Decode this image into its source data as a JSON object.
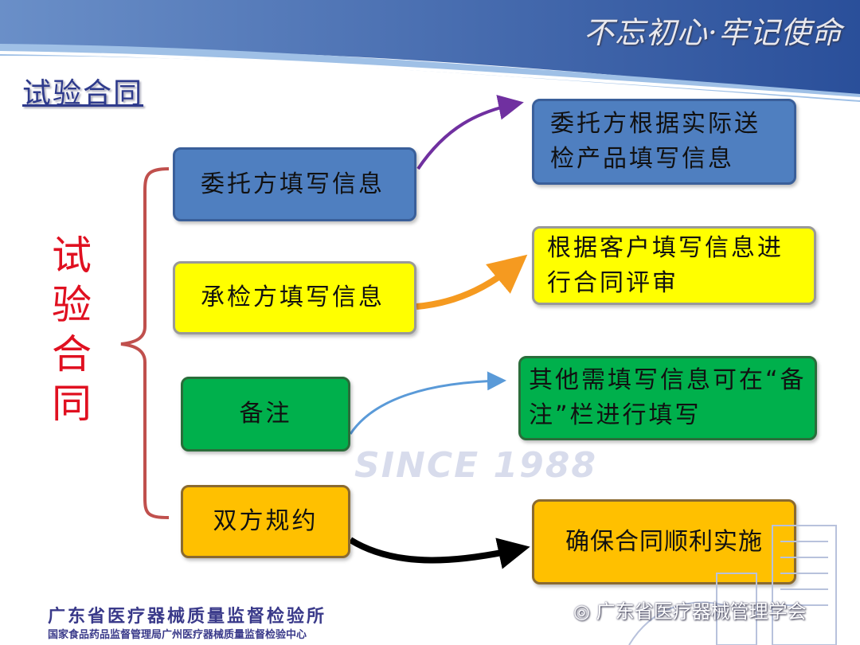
{
  "header": {
    "motto": "不忘初心·牢记使命",
    "title": "试验合同"
  },
  "side_title": "试验合同",
  "left_boxes": [
    "委托方填写信息",
    "承检方填写信息",
    "备注",
    "双方规约"
  ],
  "right_boxes": [
    "委托方根据实际送检产品填写信息",
    "根据客户填写信息进行合同评审",
    "其他需填写信息可在“备注”栏进行填写",
    "确保合同顺利实施"
  ],
  "watermark": "SINCE 1988",
  "footer": {
    "org": "广东省医疗器械质量监督检验所",
    "org_sub": "国家食品药品监督管理局广州医疗器械质量监督检验中心",
    "wechat": "广东省医疗器械管理学会"
  },
  "colors": {
    "blue": "#4f7fc0",
    "yellow": "#ffff00",
    "green": "#00b04c",
    "orange": "#ffc000",
    "red": "#e01020"
  }
}
